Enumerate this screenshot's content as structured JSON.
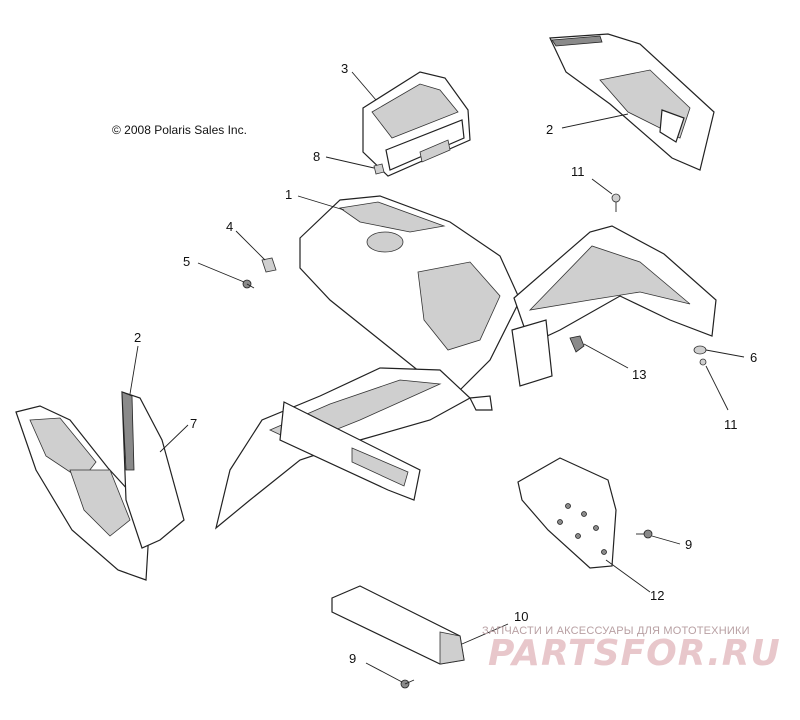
{
  "copyright": "© 2008 Polaris Sales Inc.",
  "callouts": {
    "c1": "1",
    "c2_top": "2",
    "c2_left": "2",
    "c3": "3",
    "c4": "4",
    "c5": "5",
    "c6": "6",
    "c7": "7",
    "c8": "8",
    "c9_right": "9",
    "c9_bottom": "9",
    "c10": "10",
    "c11_top": "11",
    "c11_bottom": "11",
    "c12": "12",
    "c13": "13"
  },
  "watermark": {
    "tagline": "ЗАПЧАСТИ И АКСЕССУАРЫ ДЛЯ МОТОТЕХНИКИ",
    "logo": "PARTSFOR.RU"
  },
  "colors": {
    "line": "#222222",
    "shade": "#cfcfcf",
    "watermark_tagline": "#b8a0a3",
    "watermark_logo": "#e8c7cb"
  }
}
